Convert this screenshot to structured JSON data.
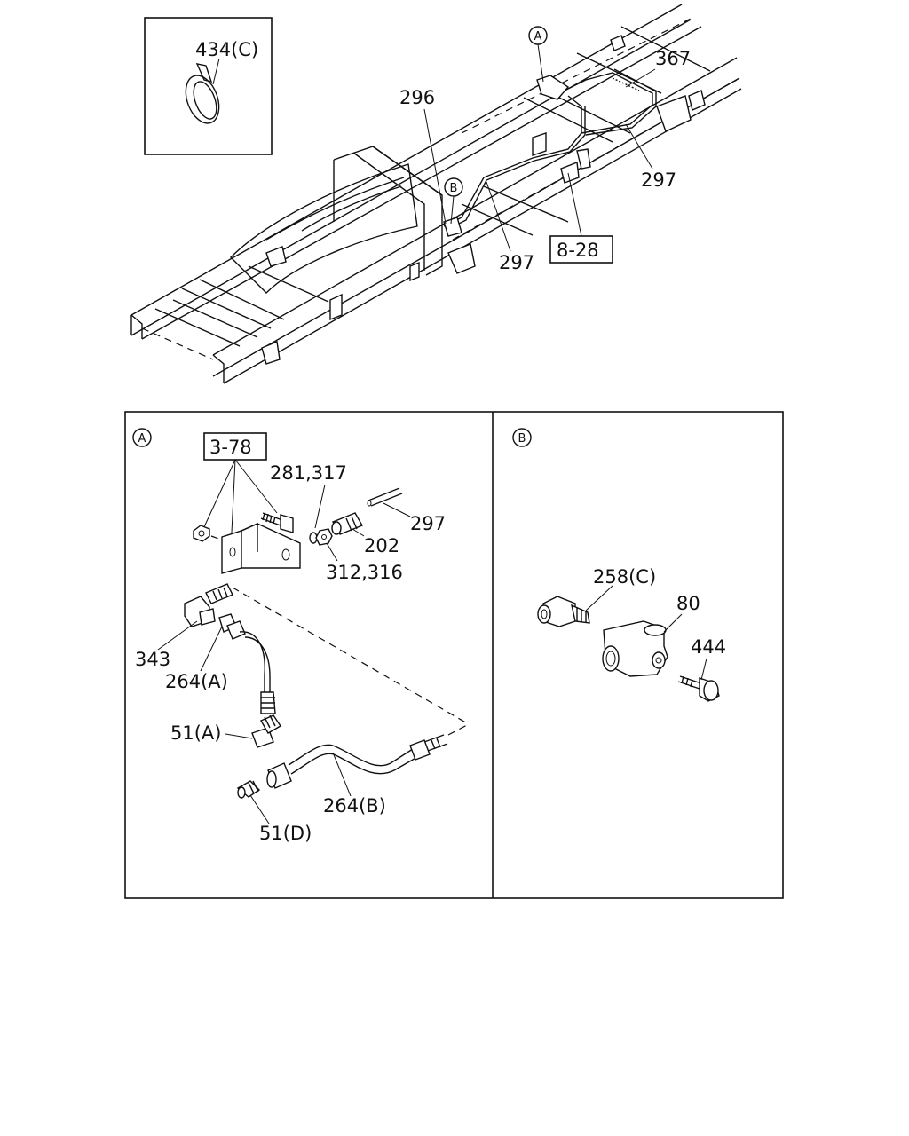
{
  "callouts": {
    "clip_434c": "434(C)",
    "p296": "296",
    "p367": "367",
    "p297_right": "297",
    "p297_mid": "297",
    "ref_8_28": "8-28",
    "circle_a_top": "A",
    "circle_b_top": "B"
  },
  "panel_a": {
    "marker": "A",
    "ref_3_78": "3-78",
    "p281_317": "281,317",
    "p297": "297",
    "p202": "202",
    "p312_316": "312,316",
    "p343": "343",
    "p264a": "264(A)",
    "p51a": "51(A)",
    "p264b": "264(B)",
    "p51d": "51(D)"
  },
  "panel_b": {
    "marker": "B",
    "p258c": "258(C)",
    "p80": "80",
    "p444": "444"
  }
}
